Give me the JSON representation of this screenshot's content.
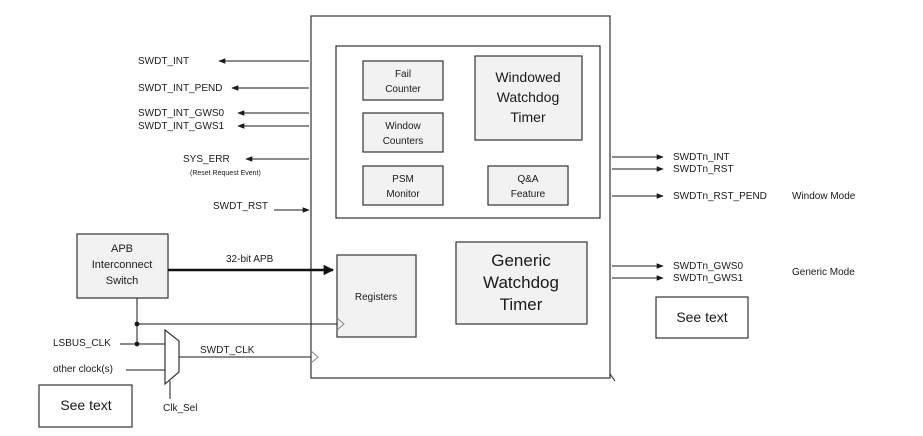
{
  "left_signals": {
    "swdt_int": "SWDT_INT",
    "swdt_int_pend": "SWDT_INT_PEND",
    "swdt_int_gws0": "SWDT_INT_GWS0",
    "swdt_int_gws1": "SWDT_INT_GWS1",
    "sys_err": "SYS_ERR",
    "sys_err_note": "(Reset Request Event)",
    "swdt_rst": "SWDT_RST"
  },
  "apb": {
    "line1": "APB",
    "line2": "Interconnect",
    "line3": "Switch",
    "bus_label": "32-bit APB"
  },
  "clocks": {
    "lsbus_clk": "LSBUS_CLK",
    "other_clocks": "other clock(s)",
    "swdt_clk": "SWDT_CLK",
    "clk_sel": "Clk_Sel"
  },
  "windowed_block": {
    "fail_counter_1": "Fail",
    "fail_counter_2": "Counter",
    "window_counters_1": "Window",
    "window_counters_2": "Counters",
    "psm_monitor_1": "PSM",
    "psm_monitor_2": "Monitor",
    "qa_feature_1": "Q&A",
    "qa_feature_2": "Feature",
    "title_1": "Windowed",
    "title_2": "Watchdog",
    "title_3": "Timer"
  },
  "registers": "Registers",
  "generic_block": {
    "title_1": "Generic",
    "title_2": "Watchdog",
    "title_3": "Timer"
  },
  "right_signals": {
    "swdtn_int": "SWDTn_INT",
    "swdtn_rst": "SWDTn_RST",
    "swdtn_rst_pend": "SWDTn_RST_PEND",
    "window_mode": "Window Mode",
    "swdtn_gws0": "SWDTn_GWS0",
    "swdtn_gws1": "SWDTn_GWS1",
    "generic_mode": "Generic Mode"
  },
  "notes": {
    "see_text_right": "See text",
    "see_text_left": "See text"
  }
}
